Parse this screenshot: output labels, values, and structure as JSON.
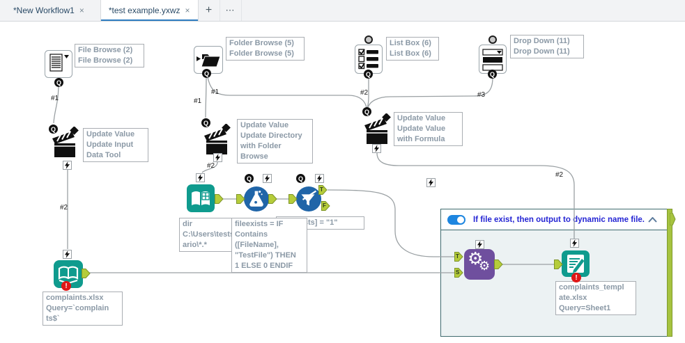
{
  "tabs": {
    "items": [
      {
        "label": "*New Workflow1",
        "close": "×",
        "active": false
      },
      {
        "label": "*test example.yxwz",
        "close": "×",
        "active": true
      }
    ],
    "new_tab_label": "+",
    "overflow_label": "⋯"
  },
  "container": {
    "title": "If file exist, then output to dynamic name file.",
    "toggle_on": true
  },
  "anchors": {
    "q": "Q",
    "t": "T",
    "f": "F",
    "s": "S",
    "error": "!"
  },
  "wire_labels": {
    "file_browse_to_update1": "#1",
    "update1_to_input": "#2",
    "folder_to_update2": "#1",
    "folder_to_update3": "#1",
    "listbox_to_update3": "#2",
    "dropdown_to_update3": "#3",
    "update2_to_directory": "#2",
    "update3_to_output": "#2"
  },
  "annotations": {
    "file_browse": "File Browse (2)\nFile Browse (2)",
    "folder_browse": "Folder Browse (5)\nFolder Browse (5)",
    "list_box": "List Box (6)\nList Box (6)",
    "drop_down": "Drop Down (11)\nDrop Down (11)",
    "update_value_1": "Update Value\nUpdate Input\nData Tool",
    "update_value_2": "Update Value\nUpdate Directory\nwith Folder\nBrowse",
    "update_value_3": "Update Value\nUpdate Value\nwith Formula",
    "directory": "dir\nC:\\Users\\testscen\nario\\*.*",
    "formula": "fileexists = IF\nContains\n([FileName],\n\"TestFile\") THEN\n1 ELSE 0 ENDIF",
    "filter": "[fileexists] = \"1\"",
    "input": "complaints.xlsx\nQuery=`complain\nts$`",
    "output": "complaints_templ\nate.xlsx\nQuery=Sheet1"
  },
  "colors": {
    "teal": "#0f9b8e",
    "tool_blue": "#2065a8",
    "purple": "#6f4f9e",
    "anchor_green": "#b5cc3a",
    "anchor_green_border": "#7d9427",
    "container_edge_green": "#a6c33f",
    "container_body": "#ecf2f3",
    "container_border": "#3e6a6e",
    "container_title_blue": "#2525d4",
    "toggle_blue": "#1e86e0",
    "error_red": "#e01717",
    "tab_accent": "#2e7cc0",
    "wire_gray": "#9aa0a3",
    "annotation_text": "#8b99a6"
  }
}
